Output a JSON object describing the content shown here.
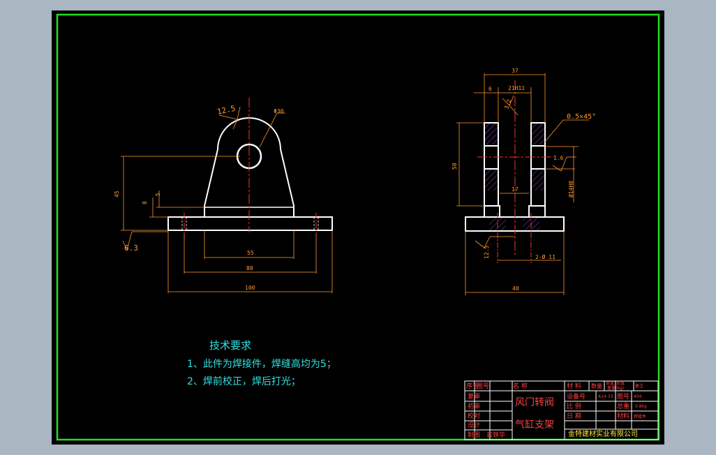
{
  "front_view": {
    "roughness_top": "12.5",
    "hole_dim": "Φ30",
    "height_total": "45",
    "dim_small_5": "5",
    "dim_small_8": "8",
    "roughness_base": "6.3",
    "width_55": "55",
    "width_80": "80",
    "width_100": "100"
  },
  "side_view": {
    "width_37": "37",
    "dim_6": "6",
    "fit": "21H11",
    "roughness_inner": "3.2",
    "chamfer": "0.5×45°",
    "roughness_side": "1.6",
    "height_50": "50",
    "gap_17": "17",
    "pin_hole": "Ø14H8",
    "roughness_bottom": "12.5",
    "holes": "2-Ø 11",
    "width_40": "40"
  },
  "technical_requirements": {
    "title": "技术要求",
    "items": [
      "1、此件为焊接件，焊缝高均为5；",
      "2、焊前校正，焊后打光；"
    ]
  },
  "title_block": {
    "header_seq": "序号",
    "header_code": "图号",
    "header_name": "名    称",
    "header_material": "材    料",
    "header_qty": "数量",
    "header_single": "单重",
    "header_total": "总重",
    "header_weight": "重量(kg)",
    "header_remark": "备注",
    "row_review": "复审",
    "row_initial": "初审",
    "row_proofread": "校对",
    "row_design": "设计",
    "row_draft": "制图",
    "drafter": "袁铁华",
    "part_name_line1": "风门转阀",
    "part_name_line2": "气缸支架",
    "label_equipment": "设备号",
    "equipment_value": "A14-33",
    "label_drawing_no": "图号",
    "drawing_no_value": "404",
    "label_scale": "比  例",
    "label_weight": "总重",
    "weight_value": "0.8kg",
    "label_date": "日  期",
    "label_material": "材料",
    "material_value": "焊接件",
    "company": "金特建材实业有限公司"
  }
}
